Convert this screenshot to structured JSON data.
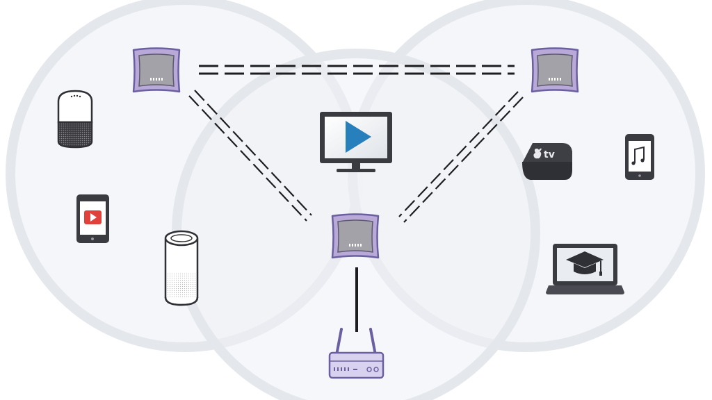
{
  "diagram": {
    "kind": "mesh-wifi-topology",
    "colors": {
      "coverage_fill": "#f4f6f9",
      "coverage_stroke": "#e6e8ee",
      "node_fill": "#b9a9d8",
      "node_stroke": "#6a5fa0",
      "node_screen": "#a2a2a8",
      "router_fill": "#d9d2ef",
      "device_dark": "#2f3035",
      "accent_blue": "#2c87c7",
      "accent_red": "#e0413a"
    },
    "coverage_zones": [
      "left-zone",
      "center-zone",
      "right-zone"
    ],
    "mesh_nodes": [
      "top-left-node",
      "top-right-node",
      "center-node"
    ],
    "links": [
      {
        "from": "top-left-node",
        "to": "top-right-node",
        "style": "wireless"
      },
      {
        "from": "top-left-node",
        "to": "center-node",
        "style": "wireless"
      },
      {
        "from": "top-right-node",
        "to": "center-node",
        "style": "wireless"
      },
      {
        "from": "center-node",
        "to": "router",
        "style": "wired"
      }
    ],
    "devices": [
      {
        "name": "smart-speaker",
        "icon": "google-home-icon"
      },
      {
        "name": "tablet-video",
        "icon": "youtube-tablet-icon"
      },
      {
        "name": "echo-speaker",
        "icon": "amazon-echo-icon"
      },
      {
        "name": "smart-tv",
        "icon": "tv-play-icon"
      },
      {
        "name": "apple-tv",
        "icon": "apple-tv-icon"
      },
      {
        "name": "music-phone",
        "icon": "music-phone-icon"
      },
      {
        "name": "laptop",
        "icon": "laptop-graduation-icon"
      },
      {
        "name": "router",
        "icon": "router-icon"
      }
    ],
    "appletv_label": "tv"
  }
}
